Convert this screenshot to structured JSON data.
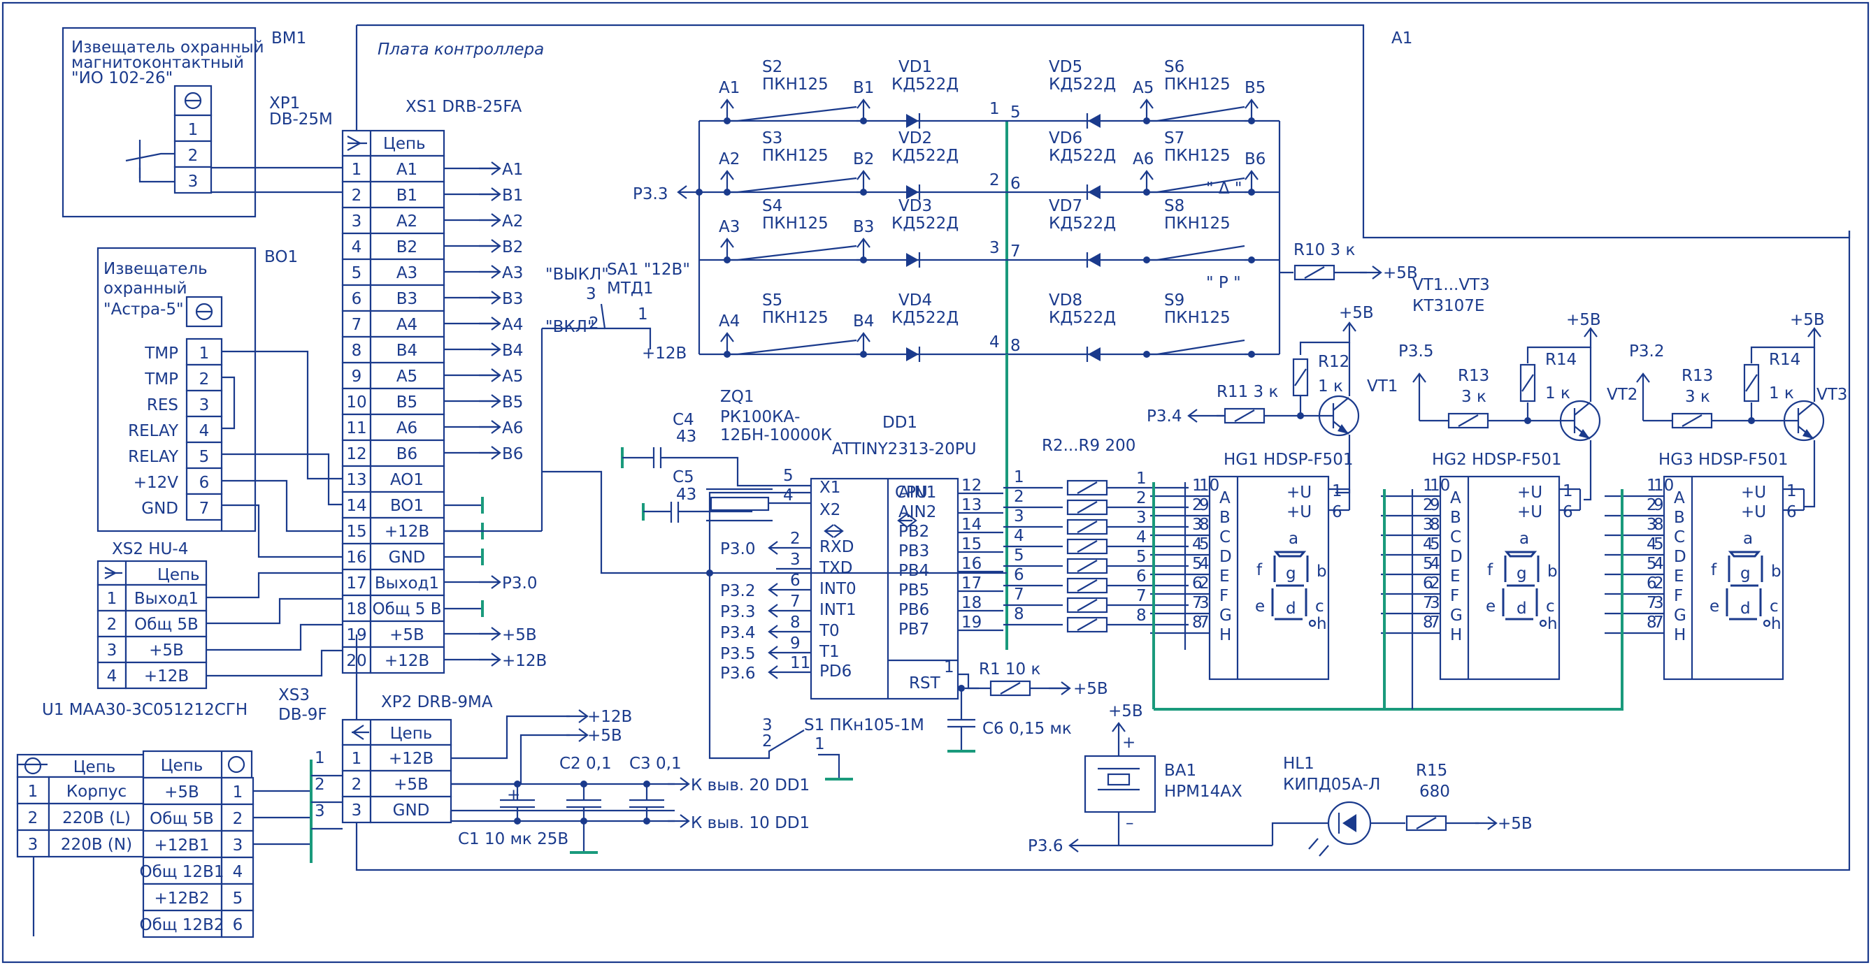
{
  "colors": {
    "ink": "#1a3a8c",
    "bus": "#1a9a7c",
    "background": "#ffffff"
  },
  "labels": {
    "bm1": "BM1",
    "bm1_title": [
      "Извещатель охранный",
      "магнитоконтактный",
      "\"ИО 102-26\""
    ],
    "xp1": "XP1",
    "xp1_type": "DB-25M",
    "xs1": "XS1 DRB-25FA",
    "bo1": "BO1",
    "bo1_title": [
      "Извещатель",
      "охранный",
      "\"Астра-5\""
    ],
    "bo1_pins": [
      "TMP",
      "TMP",
      "RES",
      "RELAY",
      "RELAY",
      "+12V",
      "GND"
    ],
    "board": "Плата контроллера",
    "a1": "A1",
    "sa1": "SA1 \"12В\"",
    "sa1_type": "МТД1",
    "sa1_off": "\"ВЫКЛ\"",
    "sa1_on": "\"ВКЛ\"",
    "xs2": "XS2 HU-4",
    "xs3": "XS3",
    "xs3_type": "DB-9F",
    "xp2": "XP2 DRB-9MA",
    "u1": "U1 MAA30-3C051212СГН",
    "zq1": [
      "ZQ1",
      "РК100КА-",
      "12БН-10000К"
    ],
    "dd1": [
      "DD1",
      "ATTINY2313-20PU"
    ],
    "r2r9": "R2...R9 200",
    "c4": [
      "C4",
      "43"
    ],
    "c5": [
      "C5",
      "43"
    ],
    "r1": "R1 10 к",
    "c6": "C6 0,15 мк",
    "s1": "S1 ПКн105-1М",
    "c1": "C1 10 мк 25В",
    "c2": "C2 0,1",
    "c3": "C3 0,1",
    "out20": "К выв. 20 DD1",
    "out10": "К выв. 10 DD1",
    "ba1": [
      "BA1",
      "НРМ14АХ"
    ],
    "hl1": [
      "HL1",
      "КИПД05А-Л"
    ],
    "r15": [
      "R15",
      "680"
    ],
    "vt": [
      "VT1...VT3",
      "КТ3107Е"
    ],
    "r10": "R10 3 к",
    "r12": [
      "R12",
      "1 к"
    ],
    "r11": "R11 3 к",
    "vt1": "VT1",
    "r13a": [
      "R13",
      "3 к"
    ],
    "r14a": [
      "R14",
      "1 к"
    ],
    "vt2": "VT2",
    "r13b": [
      "R13",
      "3 к"
    ],
    "r14b": [
      "R14",
      "1 к"
    ],
    "vt3": "VT3",
    "hg1": "HG1  HDSP-F501",
    "hg2": "HG2  HDSP-F501",
    "hg3": "HG3  HDSP-F501",
    "p5v": "+5В",
    "p12v": "+12В",
    "p33": "P3.3",
    "p34": "P3.4",
    "p35": "P3.5",
    "p32": "P3.2",
    "p36": "P3.6",
    "p30": "P3.0",
    "cpu": "CPU",
    "rst": "RST",
    "plus_u": "+U",
    "plus": "+",
    "minus": "–",
    "circuit": "Цепь"
  },
  "xp1_pins": [
    "1",
    "2",
    "3"
  ],
  "xs1_rows": [
    {
      "n": "1",
      "c": "A1",
      "o": "A1"
    },
    {
      "n": "2",
      "c": "B1",
      "o": "B1"
    },
    {
      "n": "3",
      "c": "A2",
      "o": "A2"
    },
    {
      "n": "4",
      "c": "B2",
      "o": "B2"
    },
    {
      "n": "5",
      "c": "A3",
      "o": "A3"
    },
    {
      "n": "6",
      "c": "B3",
      "o": "B3"
    },
    {
      "n": "7",
      "c": "A4",
      "o": "A4"
    },
    {
      "n": "8",
      "c": "B4",
      "o": "B4"
    },
    {
      "n": "9",
      "c": "A5",
      "o": "A5"
    },
    {
      "n": "10",
      "c": "B5",
      "o": "B5"
    },
    {
      "n": "11",
      "c": "A6",
      "o": "A6"
    },
    {
      "n": "12",
      "c": "B6",
      "o": "B6"
    },
    {
      "n": "13",
      "c": "AO1",
      "o": ""
    },
    {
      "n": "14",
      "c": "BO1",
      "o": ""
    },
    {
      "n": "15",
      "c": "+12В",
      "o": ""
    },
    {
      "n": "16",
      "c": "GND",
      "o": ""
    },
    {
      "n": "17",
      "c": "Выход1",
      "o": "P3.0"
    },
    {
      "n": "18",
      "c": "Общ 5 В",
      "o": ""
    },
    {
      "n": "19",
      "c": "+5В",
      "o": "+5В"
    },
    {
      "n": "20",
      "c": "+12В",
      "o": "+12В"
    }
  ],
  "xs2_rows": [
    {
      "n": "1",
      "c": "Выход1"
    },
    {
      "n": "2",
      "c": "Общ 5В"
    },
    {
      "n": "3",
      "c": "+5В"
    },
    {
      "n": "4",
      "c": "+12В"
    }
  ],
  "xp2_rows": [
    {
      "n": "1",
      "c": "+12В"
    },
    {
      "n": "2",
      "c": "+5В"
    },
    {
      "n": "3",
      "c": "GND"
    }
  ],
  "u1_left": [
    {
      "n": "1",
      "c": "Корпус"
    },
    {
      "n": "2",
      "c": "220В (L)"
    },
    {
      "n": "3",
      "c": "220В (N)"
    }
  ],
  "u1_right": [
    {
      "n": "1",
      "c": "+5В"
    },
    {
      "n": "2",
      "c": "Общ 5В"
    },
    {
      "n": "3",
      "c": "+12В1"
    },
    {
      "n": "4",
      "c": "Общ 12В1"
    },
    {
      "n": "5",
      "c": "+12В2"
    },
    {
      "n": "6",
      "c": "Общ 12В2"
    }
  ],
  "xs3_pins": [
    "1",
    "2",
    "3"
  ],
  "switch_rows": [
    {
      "a": "A1",
      "s": "S2",
      "t": "ПКН125",
      "b": "B1",
      "vd": "VD1",
      "vt": "КД522Д",
      "l": "1",
      "r": "5",
      "vd2": "VD5",
      "vt2": "КД522Д",
      "a2": "A5",
      "s2": "S6",
      "t2": "ПКН125",
      "b2": "B5",
      "q": ""
    },
    {
      "a": "A2",
      "s": "S3",
      "t": "ПКН125",
      "b": "B2",
      "vd": "VD2",
      "vt": "КД522Д",
      "l": "2",
      "r": "6",
      "vd2": "VD6",
      "vt2": "КД522Д",
      "a2": "A6",
      "s2": "S7",
      "t2": "ПКН125",
      "b2": "B6",
      "q": ""
    },
    {
      "a": "A3",
      "s": "S4",
      "t": "ПКН125",
      "b": "B3",
      "vd": "VD3",
      "vt": "КД522Д",
      "l": "3",
      "r": "7",
      "vd2": "VD7",
      "vt2": "КД522Д",
      "a2": "",
      "s2": "S8",
      "t2": "ПКН125",
      "b2": "",
      "q": "\" Δ \""
    },
    {
      "a": "A4",
      "s": "S5",
      "t": "ПКН125",
      "b": "B4",
      "vd": "VD4",
      "vt": "КД522Д",
      "l": "4",
      "r": "8",
      "vd2": "VD8",
      "vt2": "КД522Д",
      "a2": "",
      "s2": "S9",
      "t2": "ПКН125",
      "b2": "",
      "q": "\" P \""
    }
  ],
  "dd1_left": [
    {
      "n": "5",
      "p": "X1",
      "s": ""
    },
    {
      "n": "4",
      "p": "X2",
      "s": ""
    },
    {
      "n": "2",
      "p": "RXD",
      "s": "P3.0"
    },
    {
      "n": "3",
      "p": "TXD",
      "s": ""
    },
    {
      "n": "6",
      "p": "INT0",
      "s": "P3.2"
    },
    {
      "n": "7",
      "p": "INT1",
      "s": "P3.3"
    },
    {
      "n": "8",
      "p": "T0",
      "s": "P3.4"
    },
    {
      "n": "9",
      "p": "T1",
      "s": "P3.5"
    },
    {
      "n": "11",
      "p": "PD6",
      "s": "P3.6"
    }
  ],
  "dd1_right": [
    {
      "n": "12",
      "p": "AIN1"
    },
    {
      "n": "13",
      "p": "AIN2"
    },
    {
      "n": "14",
      "p": "PB2"
    },
    {
      "n": "15",
      "p": "PB3"
    },
    {
      "n": "16",
      "p": "PB4"
    },
    {
      "n": "17",
      "p": "PB5"
    },
    {
      "n": "18",
      "p": "PB6"
    },
    {
      "n": "19",
      "p": "PB7"
    }
  ],
  "rnet_in": [
    "1",
    "2",
    "3",
    "4",
    "5",
    "6",
    "7",
    "8"
  ],
  "rnet_out": [
    "1",
    "2",
    "3",
    "4",
    "5",
    "6",
    "7",
    "8"
  ],
  "hg_pins": [
    {
      "n": "10",
      "l": "A"
    },
    {
      "n": "9",
      "l": "B"
    },
    {
      "n": "8",
      "l": "C"
    },
    {
      "n": "5",
      "l": "D"
    },
    {
      "n": "4",
      "l": "E"
    },
    {
      "n": "2",
      "l": "F"
    },
    {
      "n": "3",
      "l": "G"
    },
    {
      "n": "7",
      "l": "H"
    }
  ],
  "hg_side": [
    "1",
    "6"
  ],
  "seg_letters": [
    "a",
    "b",
    "c",
    "d",
    "e",
    "f",
    "g",
    "h"
  ]
}
